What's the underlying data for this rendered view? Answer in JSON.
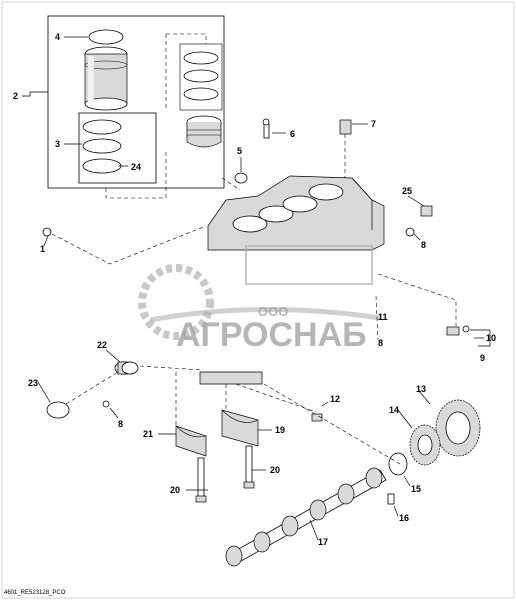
{
  "callouts": {
    "c1": "1",
    "c2": "2",
    "c3": "3",
    "c4": "4",
    "c5": "5",
    "c6": "6",
    "c7": "7",
    "c8a": "8",
    "c8b": "8",
    "c8c": "8",
    "c9": "9",
    "c10": "10",
    "c11": "11",
    "c12": "12",
    "c13": "13",
    "c14": "14",
    "c15": "15",
    "c16": "16",
    "c17": "17",
    "c19": "19",
    "c20a": "20",
    "c20b": "20",
    "c21": "21",
    "c22": "22",
    "c23": "23",
    "c24": "24",
    "c25": "25"
  },
  "watermark": {
    "brand": "АГРОСНАБ",
    "prefix": "ООО"
  },
  "footer": {
    "code": "4601_RE523128_PCO"
  }
}
